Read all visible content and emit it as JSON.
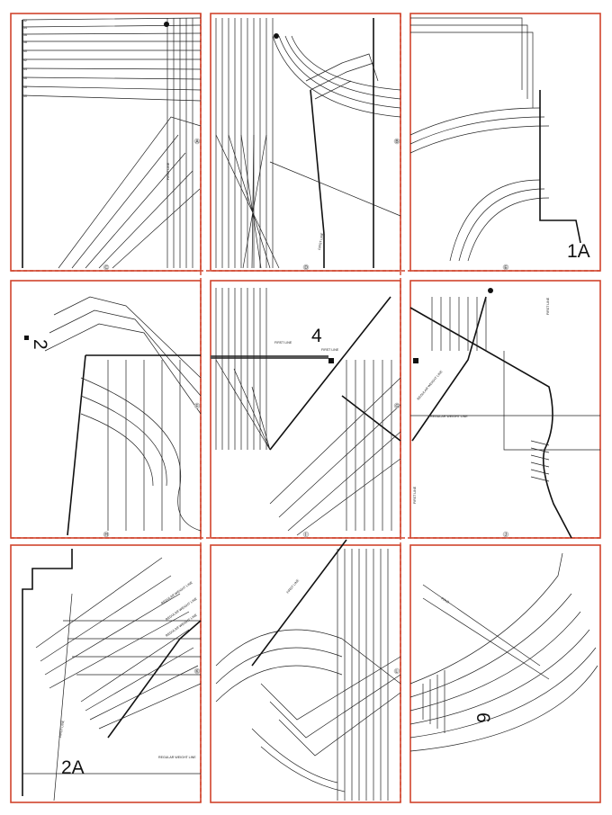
{
  "sheet": {
    "accent_color": "#d0442c",
    "line_color": "#222222",
    "big_labels": {
      "a": "1A",
      "b": "2",
      "c": "4",
      "d": "2A",
      "e": "6"
    },
    "circle_marks": [
      "A",
      "B",
      "C",
      "D",
      "E",
      "F",
      "G",
      "H",
      "I",
      "J",
      "K",
      "L"
    ],
    "size_ticks": [
      "32",
      "34",
      "36",
      "38",
      "40",
      "42",
      "44",
      "46",
      "48",
      "50"
    ],
    "small_labels": [
      "FIRST LINE",
      "FIRST LINE",
      "FIRST LINE",
      "FIRST LINE",
      "FIRST LINE",
      "REGULAR WEIGHT LINE",
      "REGULAR WEIGHT LINE",
      "FIRST LINE",
      "REGULAR WEIGHT LINE",
      "REGULAR WEIGHT LINE",
      "REGULAR WEIGHT LINE",
      "FIRST LINE",
      "FIRST LINE",
      "REGULAR WEIGHT LINE",
      "FOLD"
    ]
  }
}
